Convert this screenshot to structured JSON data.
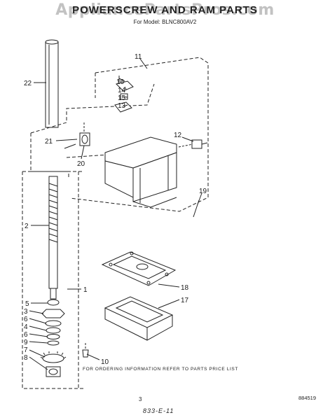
{
  "header": {
    "watermark": "AppliancePartsPros.com",
    "title": "POWERSCREW AND RAM PARTS",
    "subtitle": "For Model: BLNC800AV2"
  },
  "callouts": [
    "1",
    "2",
    "3",
    "4",
    "5",
    "6",
    "7",
    "8",
    "9",
    "10",
    "11",
    "12",
    "13",
    "14",
    "15",
    "16",
    "17",
    "18",
    "19",
    "20",
    "21",
    "22"
  ],
  "footer": {
    "ordering_note": "FOR ORDERING INFORMATION REFER TO PARTS PRICE LIST",
    "page_number": "3",
    "doc_number": "884519",
    "handwritten": "833-E-11"
  }
}
